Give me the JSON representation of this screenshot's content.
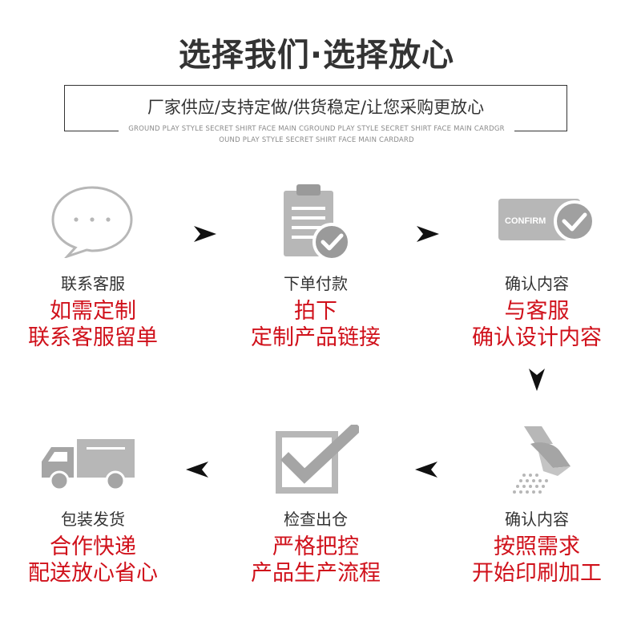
{
  "header": {
    "title": "选择我们·选择放心",
    "subtitle": "厂家供应/支持定做/供货稳定/让您采购更放心",
    "tagline_1": "GROUND PLAY STYLE SECRET SHIRT FACE MAIN CGROUND PLAY STYLE SECRET SHIRT FACE MAIN CARDGR",
    "tagline_2": "OUND PLAY STYLE SECRET SHIRT FACE MAIN CARDARD"
  },
  "steps": [
    {
      "icon": "chat-bubble-icon",
      "label": "联系客服",
      "line1": "如需定制",
      "line2": "联系客服留单"
    },
    {
      "icon": "clipboard-check-icon",
      "label": "下单付款",
      "line1": "拍下",
      "line2": "定制产品链接"
    },
    {
      "icon": "confirm-card-icon",
      "icon_text": "CONFIRM",
      "label": "确认内容",
      "line1": "与客服",
      "line2": "确认设计内容"
    },
    {
      "icon": "printing-roller-icon",
      "label": "确认内容",
      "line1": "按照需求",
      "line2": "开始印刷加工"
    },
    {
      "icon": "checkbox-check-icon",
      "label": "检查出仓",
      "line1": "严格把控",
      "line2": "产品生产流程"
    },
    {
      "icon": "delivery-truck-icon",
      "label": "包装发货",
      "line1": "合作快递",
      "line2": "配送放心省心"
    }
  ],
  "colors": {
    "accent_red": "#d0111b",
    "icon_gray": "#b7b7b7",
    "text_dark": "#333333"
  }
}
